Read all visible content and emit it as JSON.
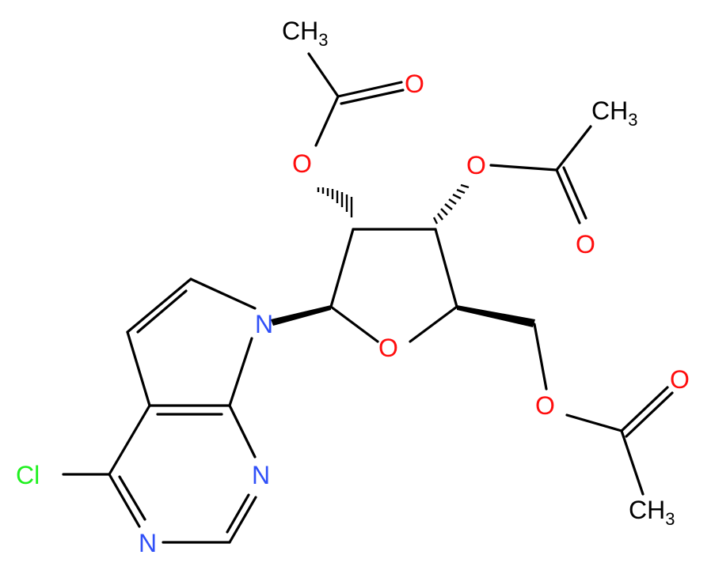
{
  "colors": {
    "bond": "#000000",
    "carbon_text": "#000000",
    "oxygen": "#ff0d0d",
    "nitrogen": "#3050f8",
    "chlorine": "#1ff01f"
  },
  "atoms": {
    "ch3_top": {
      "main": "CH",
      "sub": "3"
    },
    "o_carbonyl_top": "O",
    "o_ester_left": "O",
    "o_ester_mid": "O",
    "ch3_mid": {
      "main": "CH",
      "sub": "3"
    },
    "o_carbonyl_mid": "O",
    "n7": "N",
    "o_ring": "O",
    "o_ester_right": "O",
    "o_carbonyl_right": "O",
    "ch3_bottom": {
      "main": "CH",
      "sub": "3"
    },
    "cl": "Cl",
    "n1": "N",
    "n3": "N"
  }
}
